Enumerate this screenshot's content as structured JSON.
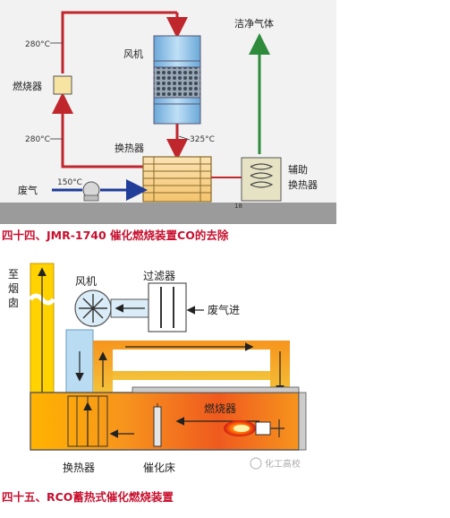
{
  "diagram1": {
    "labels": {
      "temp_top_left": "280°C",
      "temp_mid_left": "280°C",
      "temp_right": "325°C",
      "temp_inlet": "150°C",
      "burner": "燃烧器",
      "fan": "风机",
      "heat_exchanger": "换热器",
      "waste_gas": "废气",
      "clean_gas": "洁净气体",
      "aux_line1": "辅助",
      "aux_line2": "换热器",
      "edge_fragment": "18"
    },
    "caption": "四十四、JMR-1740 催化燃烧装置CO的去除",
    "colors": {
      "red_line": "#c0272d",
      "blue_line": "#1f3d99",
      "green_line": "#2e8b3c",
      "ground": "#999999"
    }
  },
  "diagram2": {
    "labels": {
      "chimney_c1": "至",
      "chimney_c2": "烟",
      "chimney_c3": "囱",
      "fan": "风机",
      "filter": "过滤器",
      "waste_gas_in": "废气进",
      "burner": "燃烧器",
      "heat_exchanger": "换热器",
      "catalyst_bed": "催化床",
      "watermark": "化工高校"
    },
    "caption": "四十五、RCO蓄热式催化燃烧装置",
    "colors": {
      "orange": "#f7941d",
      "red_orange": "#e94e1b",
      "yellow": "#ffd200",
      "duct_blue": "#a9d4f0"
    }
  }
}
